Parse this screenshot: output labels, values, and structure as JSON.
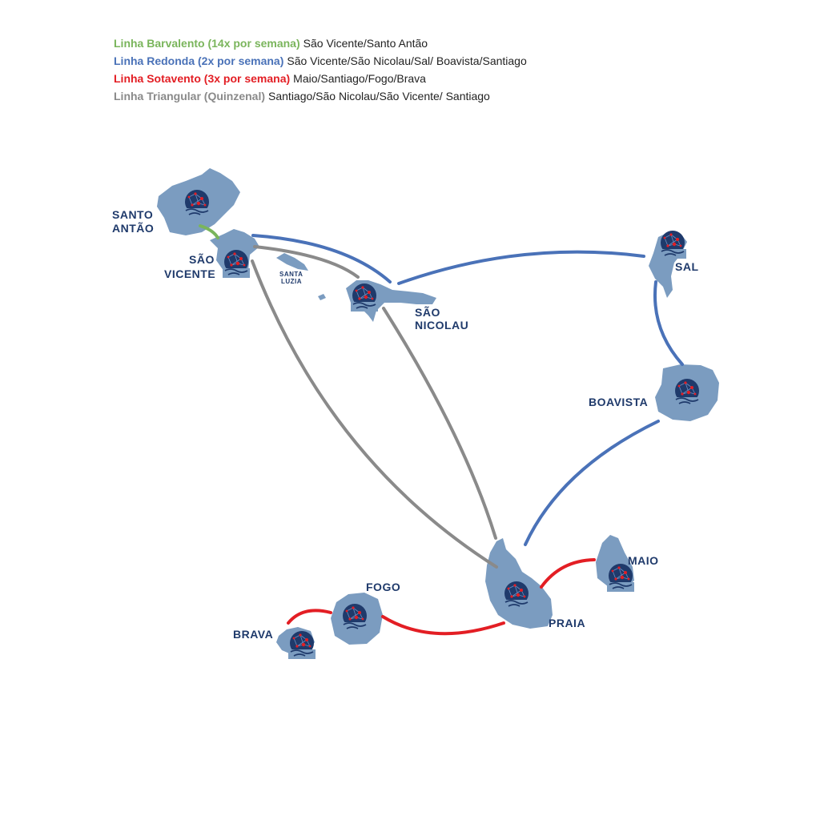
{
  "colors": {
    "barlavento": "#7ab55c",
    "redonda": "#4a72b8",
    "sotavento": "#e31e24",
    "triangular": "#8a8a8a",
    "island": "#7b9cc0",
    "label": "#1f3a6b"
  },
  "legend": [
    {
      "name": "Linha Barvalento (14x por semana)",
      "desc": "São Vicente/Santo Antão"
    },
    {
      "name": "Linha Redonda (2x por semana)",
      "desc": "São Vicente/São Nicolau/Sal/ Boavista/Santiago"
    },
    {
      "name": "Linha Sotavento (3x por semana)",
      "desc": "Maio/Santiago/Fogo/Brava"
    },
    {
      "name": "Linha Triangular (Quinzenal)",
      "desc": "Santiago/São Nicolau/São Vicente/ Santiago"
    }
  ],
  "islands": {
    "santo_antao": [
      "SANTO",
      "ANTÃO"
    ],
    "sao_vicente": [
      "SÃO",
      "VICENTE"
    ],
    "santa_luzia": [
      "SANTA",
      "LUZIA"
    ],
    "sao_nicolau": [
      "SÃO",
      "NICOLAU"
    ],
    "sal": "SAL",
    "boavista": "BOAVISTA",
    "praia": "PRAIA",
    "maio": "MAIO",
    "fogo": "FOGO",
    "brava": "BRAVA"
  },
  "logo_icon": "ferry-network-globe-icon"
}
